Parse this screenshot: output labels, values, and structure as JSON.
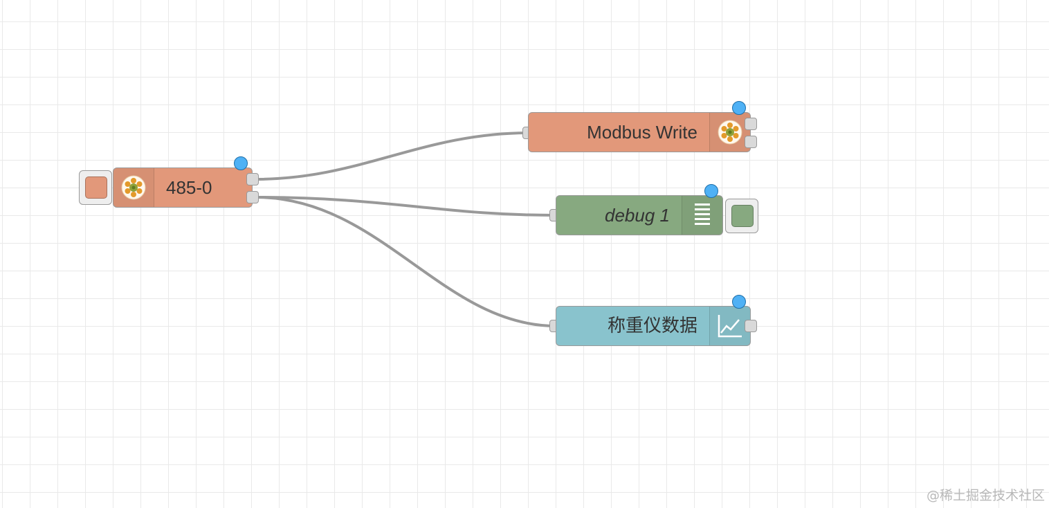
{
  "canvas": {
    "background": "#ffffff",
    "grid_color": "#e9e9e9"
  },
  "nodes": [
    {
      "id": "modbus-in",
      "label": "485-0",
      "color": "#e2987a",
      "icon": "modbus-flower-icon",
      "has_inject_button": true,
      "outputs": 2
    },
    {
      "id": "modbus-write",
      "label": "Modbus Write",
      "color": "#e2987a",
      "icon": "modbus-flower-icon",
      "outputs": 2
    },
    {
      "id": "debug",
      "label": "debug 1",
      "color": "#87a980",
      "icon": "debug-list-icon",
      "has_toggle_button": true
    },
    {
      "id": "chart",
      "label": "称重仪数据",
      "color": "#89c3cd",
      "icon": "chart-line-icon",
      "outputs": 1
    }
  ],
  "watermark": "@稀土掘金技术社区"
}
